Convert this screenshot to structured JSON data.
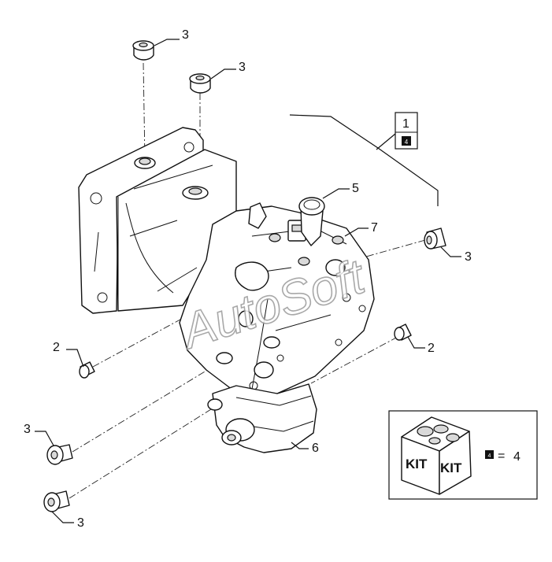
{
  "callouts": {
    "c3_top1": "3",
    "c3_top2": "3",
    "c1": "1",
    "c5": "5",
    "c7": "7",
    "c3_right": "3",
    "c2_left": "2",
    "c2_right": "2",
    "c3_lowleft": "3",
    "c6": "6",
    "c3_bottom": "3"
  },
  "watermark": "AutoSoft",
  "kit": {
    "label_left": "KIT",
    "label_right": "KIT",
    "equals": "=",
    "count": "4",
    "badge": "4"
  },
  "group_badge": "4"
}
